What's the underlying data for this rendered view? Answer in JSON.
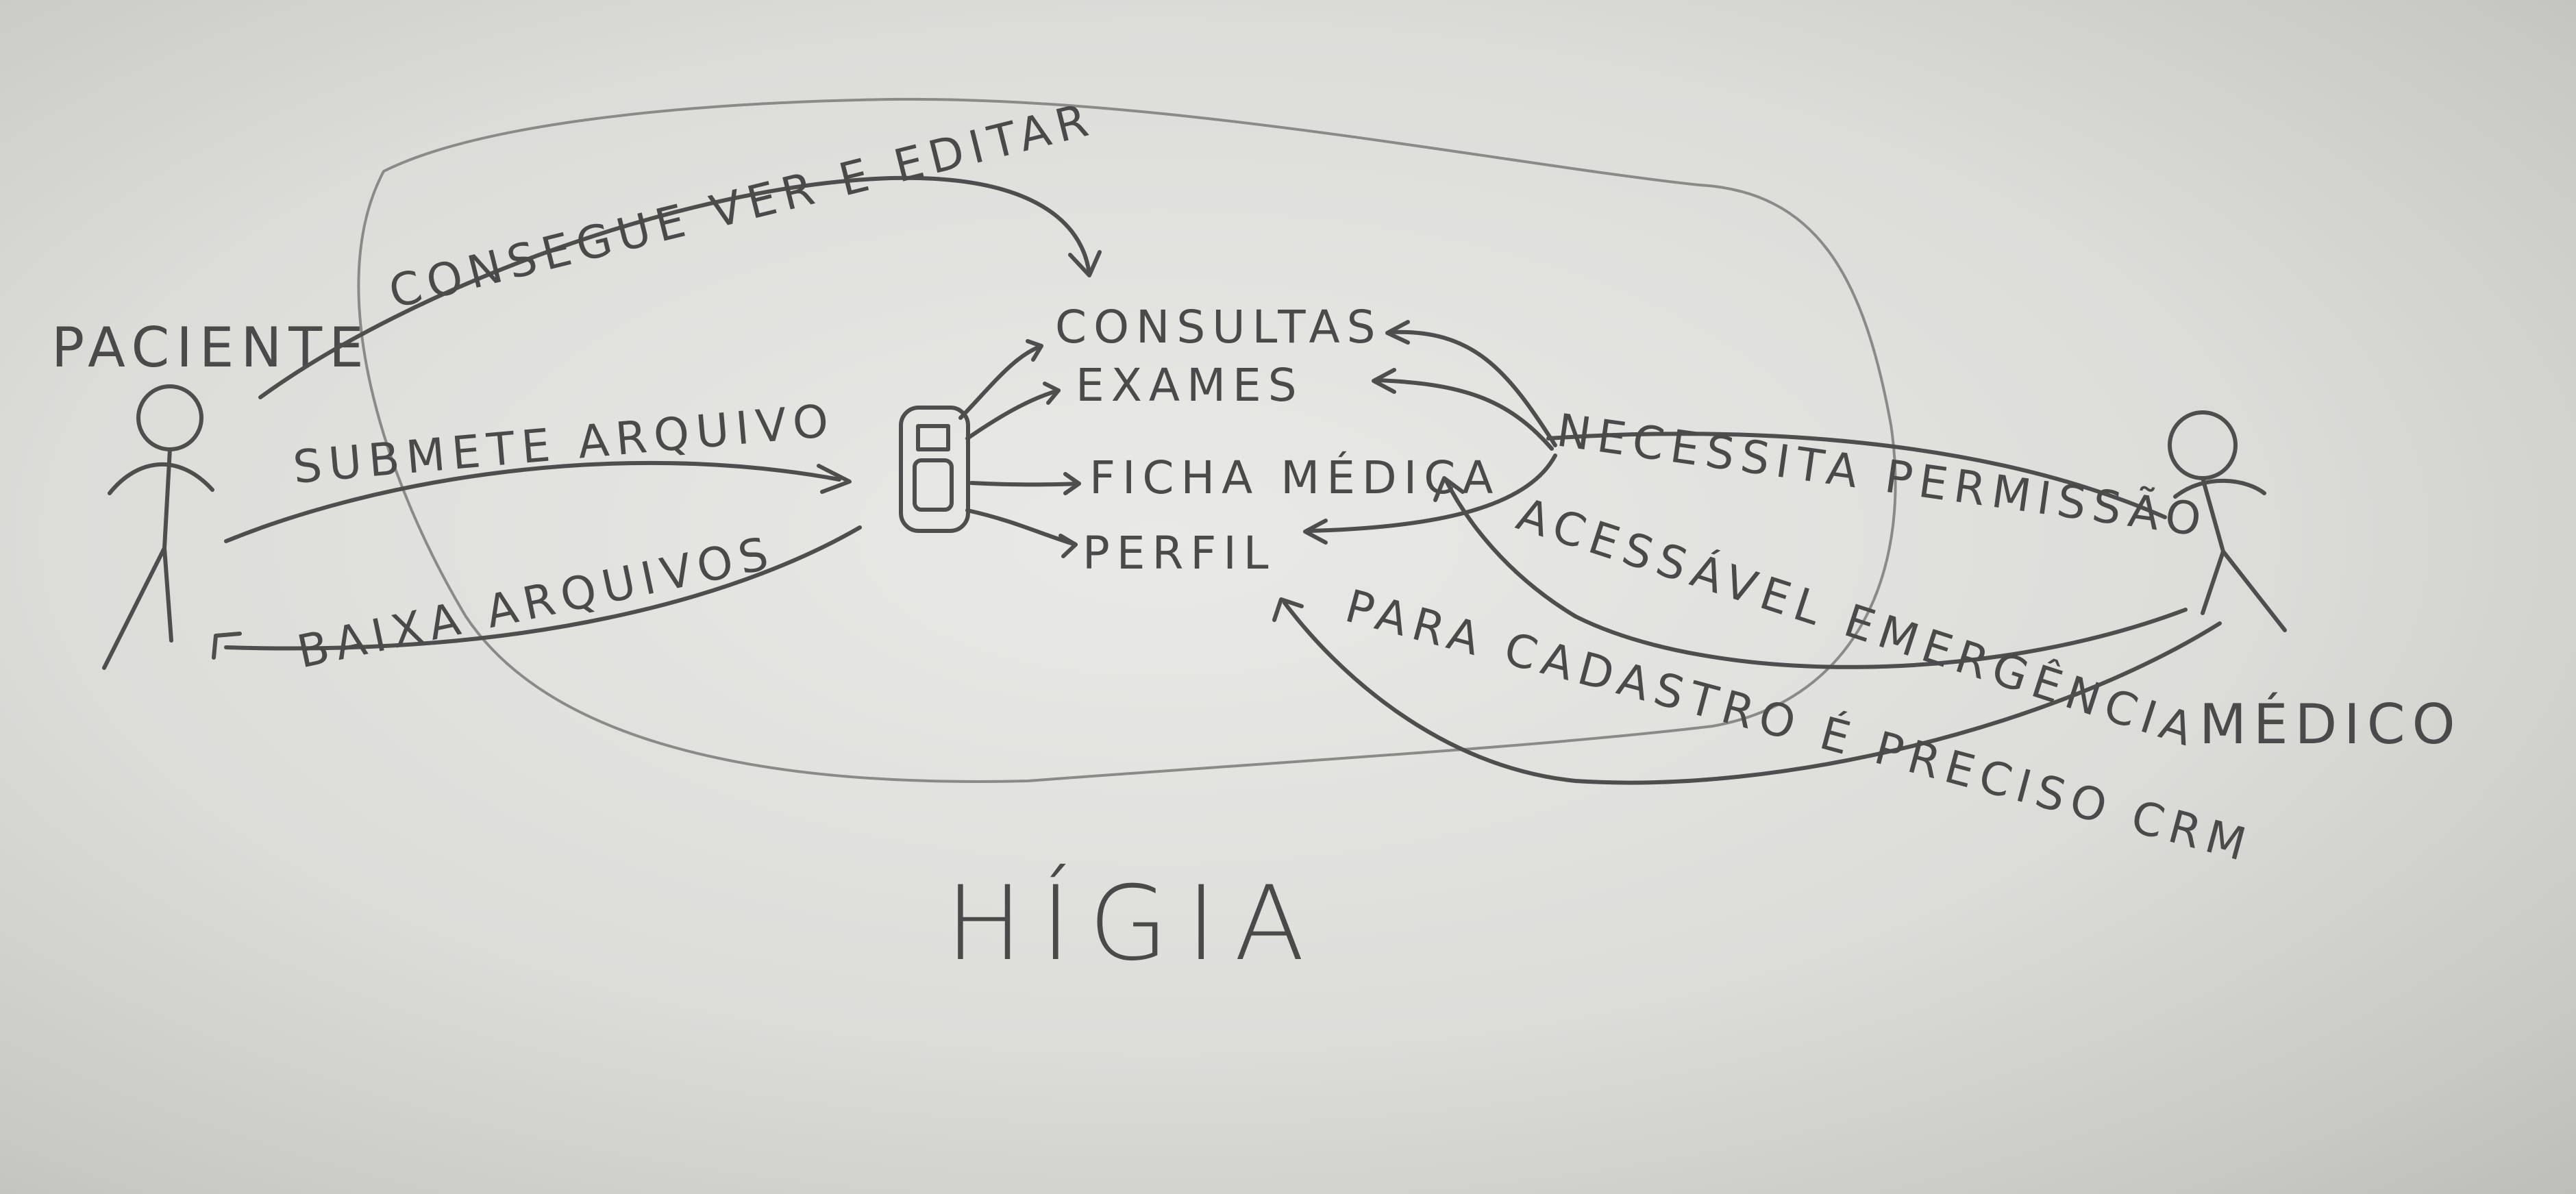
{
  "system": {
    "name": "HÍGIA"
  },
  "actors": {
    "paciente": "PACIENTE",
    "medico": "MÉDICO"
  },
  "features": {
    "consultas": "CONSULTAS",
    "exames": "EXAMES",
    "ficha_medica": "FICHA MÉDICA",
    "perfil": "PERFIL"
  },
  "relations": {
    "ver_editar": "CONSEGUE VER E EDITAR",
    "submete": "SUBMETE ARQUIVO",
    "baixa": "BAIXA ARQUIVOS",
    "permissao": "NECESSITA PERMISSÃO",
    "emergencia": "ACESSÁVEL EMERGÊNCIA",
    "cadastro": "PARA CADASTRO É PRECISO CRM"
  }
}
